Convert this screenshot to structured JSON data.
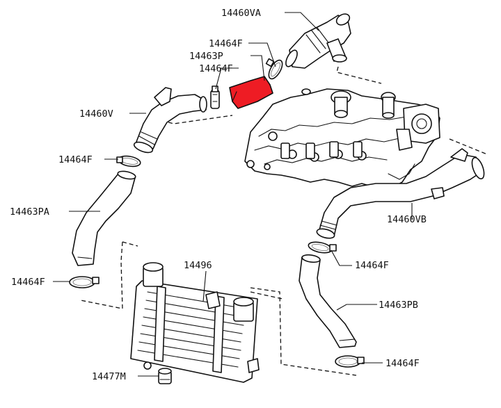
{
  "labels": {
    "hose_upper_short": "14460VA",
    "clamp_upper_top": "14464F",
    "hose_upper_red": "14463P",
    "clamp_upper_bottom": "14464F",
    "pipe_left": "14460V",
    "clamp_left_upper": "14464F",
    "hose_left": "14463PA",
    "clamp_left_lower": "14464F",
    "intercooler": "14496",
    "mount": "14477M",
    "pipe_right": "14460VB",
    "clamp_right_upper": "14464F",
    "hose_right": "14463PB",
    "clamp_right_lower": "14464F"
  },
  "colors": {
    "line": "#111111",
    "highlight": "#ee1c24",
    "background": "#ffffff"
  }
}
